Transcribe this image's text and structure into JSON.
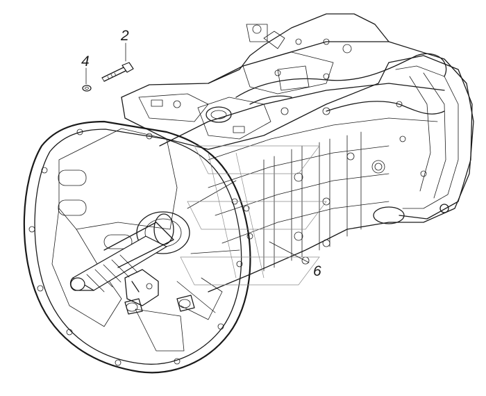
{
  "callouts": [
    {
      "id": "2",
      "label": "2"
    },
    {
      "id": "4",
      "label": "4"
    },
    {
      "id": "6",
      "label": "6"
    }
  ],
  "colors": {
    "line": "#1a1a1a",
    "background": "#ffffff"
  }
}
